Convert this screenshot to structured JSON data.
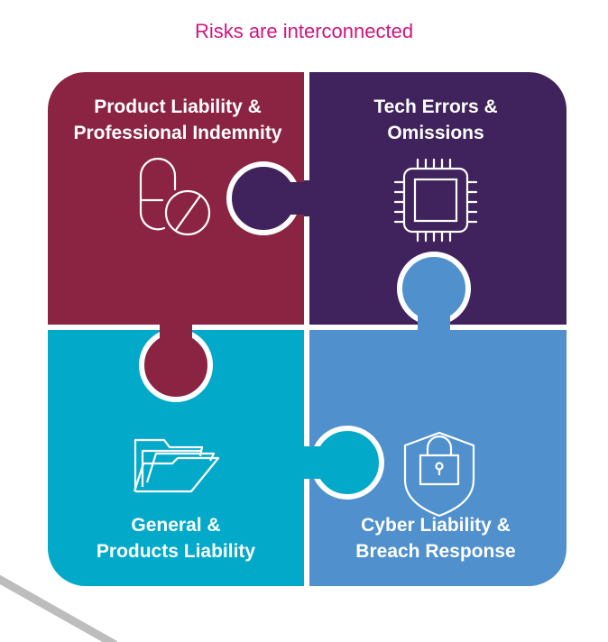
{
  "title": "Risks are interconnected",
  "pieces": [
    {
      "label_line1": "Product Liability &",
      "label_line2": "Professional Indemnity",
      "icon": "pill-icon",
      "color": "#8b2343"
    },
    {
      "label_line1": "Tech Errors &",
      "label_line2": "Omissions",
      "icon": "chip-icon",
      "color": "#40235c"
    },
    {
      "label_line1": "General &",
      "label_line2": "Products Liability",
      "icon": "folder-icon",
      "color": "#02a9c9"
    },
    {
      "label_line1": "Cyber Liability &",
      "label_line2": "Breach Response",
      "icon": "shield-lock-icon",
      "color": "#5090cc"
    }
  ]
}
